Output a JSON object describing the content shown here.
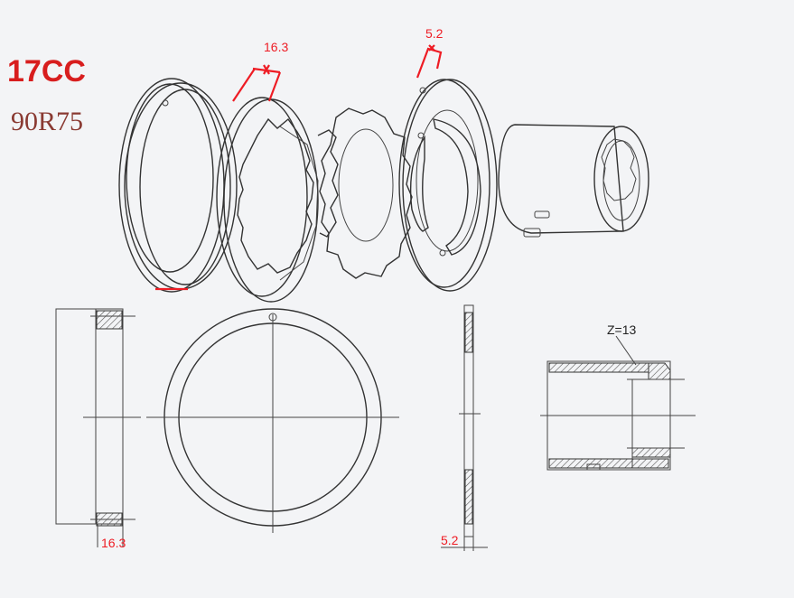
{
  "title": "17CC",
  "model": "90R75",
  "dimensions": {
    "ring_thickness": "16.3",
    "plate_thickness": "5.2",
    "spline_teeth": "Z=13"
  },
  "colors": {
    "accent_red": "#ee1c24",
    "title_red": "#d81e1e",
    "model_brown": "#8a3a32",
    "line": "#333333"
  }
}
